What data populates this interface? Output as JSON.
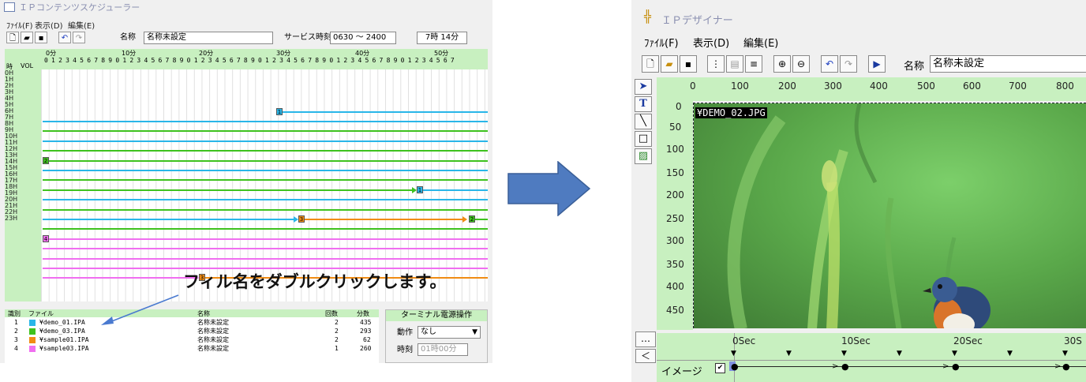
{
  "scheduler": {
    "title": "ＩＰコンテンツスケジューラー",
    "menu": [
      "ﾌｧｲﾙ(F)",
      "表示(D)",
      "編集(E)"
    ],
    "name_label": "名称",
    "name_value": "名称未設定",
    "service_label": "サービス時刻",
    "service_value": "0630 ～ 2400",
    "duration": "7時 14分",
    "grid": {
      "hour_col": "時",
      "vol_col": "VOL",
      "minute_marks": [
        "0分",
        "10分",
        "20分",
        "30分",
        "40分",
        "50分"
      ],
      "minute_digits": "0 1 2 3 4 5 6 7 8 9 0 1 2 3 4 5 6 7 8 9 0 1 2 3 4 5 6 7 8 9 0 1 2 3 4 5 6 7 8 9 0 1 2 3 4 5 6 7 8 9 0 1 2 3 4 5 6 7",
      "hours": [
        "0H",
        "1H",
        "2H",
        "3H",
        "4H",
        "5H",
        "6H",
        "7H",
        "8H",
        "9H",
        "10H",
        "11H",
        "12H",
        "13H",
        "14H",
        "15H",
        "16H",
        "17H",
        "18H",
        "19H",
        "20H",
        "21H",
        "22H",
        "23H"
      ],
      "markers": [
        "1",
        "2",
        "1",
        "3",
        "2",
        "4",
        "3"
      ]
    },
    "list": {
      "headers": [
        "識別",
        "ファイル",
        "名称",
        "回数",
        "分数"
      ],
      "rows": [
        {
          "id": "1",
          "file": "¥demo_01.IPA",
          "name": "名称未設定",
          "count": "2",
          "minutes": "435",
          "color": "#29b6e8"
        },
        {
          "id": "2",
          "file": "¥demo_03.IPA",
          "name": "名称未設定",
          "count": "2",
          "minutes": "293",
          "color": "#3ec21e"
        },
        {
          "id": "3",
          "file": "¥sample01.IPA",
          "name": "名称未設定",
          "count": "2",
          "minutes": "62",
          "color": "#f08c14"
        },
        {
          "id": "4",
          "file": "¥sample03.IPA",
          "name": "名称未設定",
          "count": "1",
          "minutes": "260",
          "color": "#f06ef0"
        }
      ]
    },
    "terminal": {
      "title": "ターミナル電源操作",
      "action_label": "動作",
      "action_value": "なし",
      "time_label": "時刻",
      "time_value": "01時00分"
    }
  },
  "annotation": "フィル名をダブルクリックします。",
  "designer": {
    "title": "ＩＰデザイナー",
    "menu": [
      "ﾌｧｲﾙ(F)",
      "表示(D)",
      "編集(E)"
    ],
    "name_label": "名称",
    "name_value": "名称未設定",
    "ruler_x": [
      "0",
      "100",
      "200",
      "300",
      "400",
      "500",
      "600",
      "700",
      "800"
    ],
    "ruler_y": [
      "0",
      "50",
      "100",
      "150",
      "200",
      "250",
      "300",
      "350",
      "400",
      "450"
    ],
    "image_label": "¥DEMO_02.JPG",
    "timeline": {
      "ticks": [
        "0Sec",
        "10Sec",
        "20Sec",
        "30S"
      ],
      "track_label": "イメージ",
      "more": "…",
      "back": "＜"
    }
  }
}
